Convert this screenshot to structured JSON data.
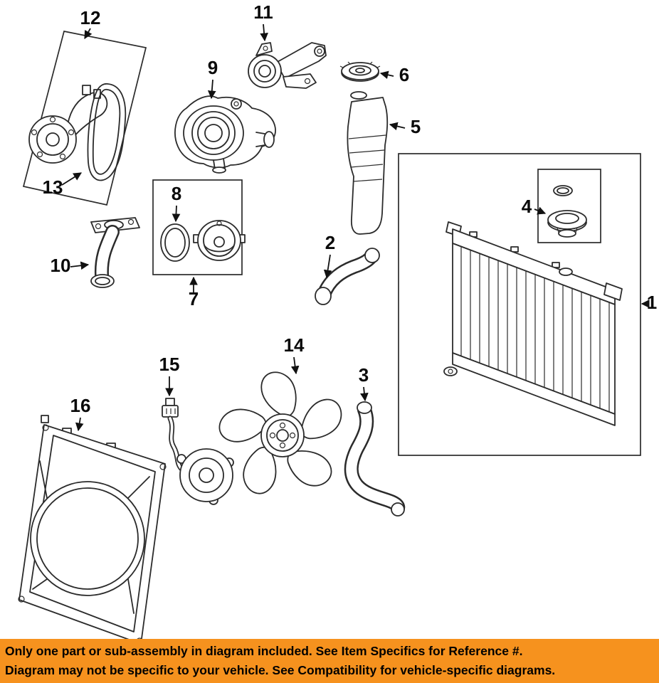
{
  "diagram": {
    "parts": [
      {
        "number": "1"
      },
      {
        "number": "2"
      },
      {
        "number": "3"
      },
      {
        "number": "4"
      },
      {
        "number": "5"
      },
      {
        "number": "6"
      },
      {
        "number": "7"
      },
      {
        "number": "8"
      },
      {
        "number": "9"
      },
      {
        "number": "10"
      },
      {
        "number": "11"
      },
      {
        "number": "12"
      },
      {
        "number": "13"
      },
      {
        "number": "14"
      },
      {
        "number": "15"
      },
      {
        "number": "16"
      }
    ]
  },
  "banner": {
    "line1": "Only one part or sub-assembly in diagram included. See Item Specifics for Reference #.",
    "line2": "Diagram may not be specific to your vehicle. See Compatibility for vehicle-specific diagrams.",
    "bg_color": "#F6921E",
    "text_color": "#000000"
  },
  "colors": {
    "background": "#FFFFFF",
    "line_art": "#2B2B2B",
    "label_text": "#0A0A0A"
  }
}
